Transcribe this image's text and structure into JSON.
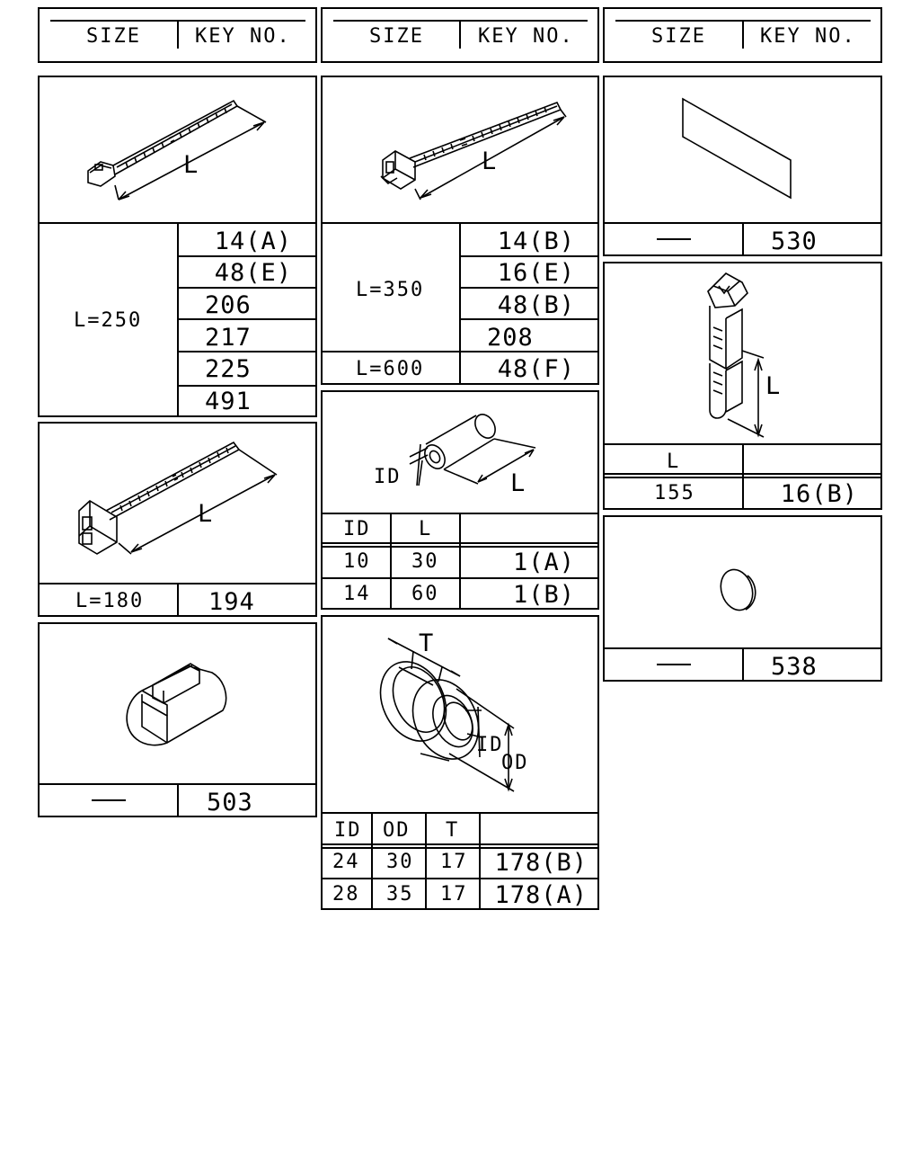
{
  "header": {
    "size_label": "SIZE",
    "key_label": "KEY NO."
  },
  "ties": {
    "tie250": {
      "size": "L=250",
      "dim_label": "L",
      "keys": [
        "14(A)",
        "48(E)",
        "206",
        "217",
        "225",
        "491"
      ]
    },
    "tie180": {
      "size": "L=180",
      "dim_label": "L",
      "key": "194"
    },
    "tie350": {
      "size_350": "L=350",
      "size_600": "L=600",
      "dim_label": "L",
      "keys_350": [
        "14(B)",
        "16(E)",
        "48(B)",
        "208"
      ],
      "key_600": "48(F)"
    }
  },
  "block503": {
    "size": "—",
    "key": "503"
  },
  "tube": {
    "dim_id": "ID",
    "dim_l": "L",
    "columns": [
      "ID",
      "L",
      ""
    ],
    "rows": [
      [
        "10",
        "30",
        "1(A)"
      ],
      [
        "14",
        "60",
        "1(B)"
      ]
    ]
  },
  "grommet": {
    "dim_t": "T",
    "dim_id": "ID",
    "dim_od": "OD",
    "columns": [
      "ID",
      "OD",
      "T",
      ""
    ],
    "rows": [
      [
        "24",
        "30",
        "17",
        "178(B)"
      ],
      [
        "28",
        "35",
        "17",
        "178(A)"
      ]
    ]
  },
  "pad530": {
    "size": "—",
    "key": "530"
  },
  "clip155": {
    "dim_label": "L",
    "col_l": "L",
    "col_key": "",
    "size": "155",
    "key": "16(B)"
  },
  "cap538": {
    "size": "—",
    "key": "538"
  }
}
